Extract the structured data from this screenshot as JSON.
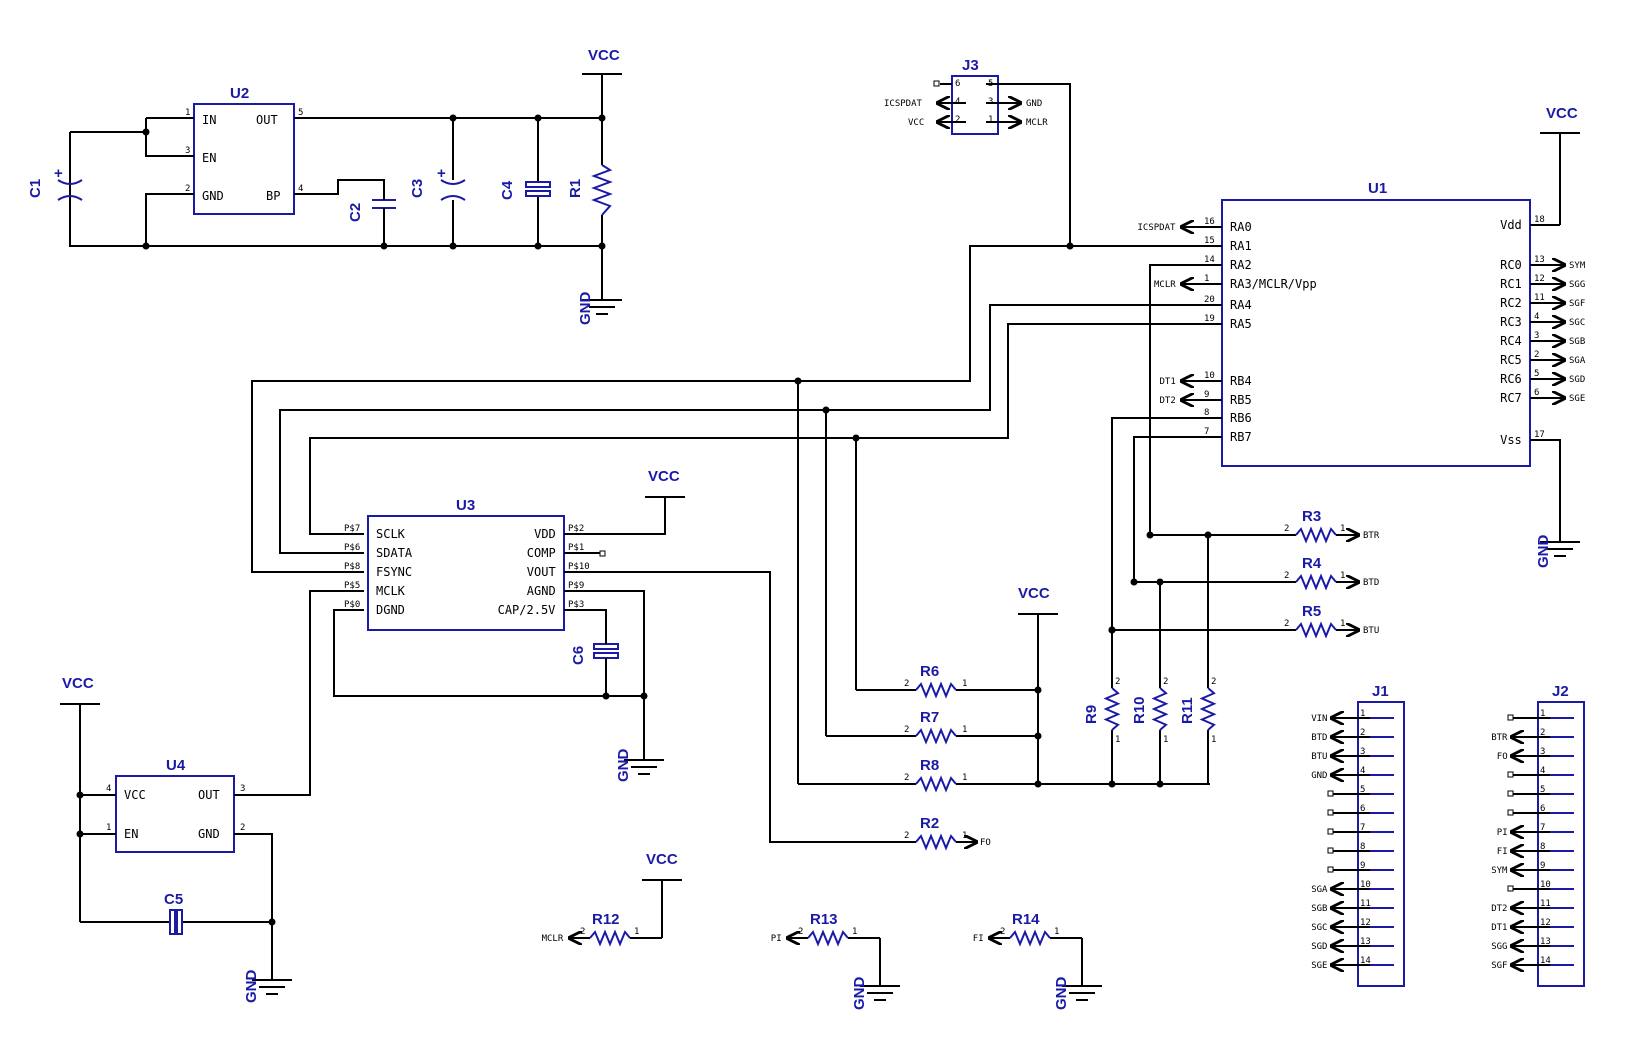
{
  "U1": {
    "title": "U1",
    "left": [
      {
        "num": "16",
        "name": "RA0",
        "net": "ICSPDAT",
        "dir": "out"
      },
      {
        "num": "15",
        "name": "RA1",
        "net": "",
        "dir": ""
      },
      {
        "num": "14",
        "name": "RA2",
        "net": "",
        "dir": ""
      },
      {
        "num": "1",
        "name": "RA3/MCLR/Vpp",
        "net": "MCLR",
        "dir": "out"
      },
      {
        "num": "20",
        "name": "RA4",
        "net": "",
        "dir": ""
      },
      {
        "num": "19",
        "name": "RA5",
        "net": "",
        "dir": ""
      },
      {
        "num": "10",
        "name": "RB4",
        "net": "DT1",
        "dir": "out"
      },
      {
        "num": "9",
        "name": "RB5",
        "net": "DT2",
        "dir": "out"
      },
      {
        "num": "8",
        "name": "RB6",
        "net": "",
        "dir": ""
      },
      {
        "num": "7",
        "name": "RB7",
        "net": "",
        "dir": ""
      }
    ],
    "right": [
      {
        "num": "18",
        "name": "Vdd",
        "net": ""
      },
      {
        "num": "13",
        "name": "RC0",
        "net": "SYM"
      },
      {
        "num": "12",
        "name": "RC1",
        "net": "SGG"
      },
      {
        "num": "11",
        "name": "RC2",
        "net": "SGF"
      },
      {
        "num": "4",
        "name": "RC3",
        "net": "SGC"
      },
      {
        "num": "3",
        "name": "RC4",
        "net": "SGB"
      },
      {
        "num": "2",
        "name": "RC5",
        "net": "SGA"
      },
      {
        "num": "5",
        "name": "RC6",
        "net": "SGD"
      },
      {
        "num": "6",
        "name": "RC7",
        "net": "SGE"
      },
      {
        "num": "17",
        "name": "Vss",
        "net": ""
      }
    ]
  },
  "U2": {
    "title": "U2",
    "left": [
      {
        "num": "1",
        "name": "IN"
      },
      {
        "num": "3",
        "name": "EN"
      },
      {
        "num": "2",
        "name": "GND"
      }
    ],
    "right": [
      {
        "num": "5",
        "name": "OUT"
      },
      {
        "num": "4",
        "name": "BP"
      }
    ]
  },
  "U3": {
    "title": "U3",
    "left": [
      {
        "num": "P$7",
        "name": "SCLK"
      },
      {
        "num": "P$6",
        "name": "SDATA"
      },
      {
        "num": "P$8",
        "name": "FSYNC"
      },
      {
        "num": "P$5",
        "name": "MCLK"
      },
      {
        "num": "P$0",
        "name": "DGND"
      }
    ],
    "right": [
      {
        "num": "P$2",
        "name": "VDD"
      },
      {
        "num": "P$1",
        "name": "COMP"
      },
      {
        "num": "P$10",
        "name": "VOUT"
      },
      {
        "num": "P$9",
        "name": "AGND"
      },
      {
        "num": "P$3",
        "name": "CAP/2.5V"
      }
    ]
  },
  "U4": {
    "title": "U4",
    "left": [
      {
        "num": "4",
        "name": "VCC"
      },
      {
        "num": "1",
        "name": "EN"
      }
    ],
    "right": [
      {
        "num": "3",
        "name": "OUT"
      },
      {
        "num": "2",
        "name": "GND"
      }
    ]
  },
  "J3": {
    "title": "J3",
    "pins_left": [
      "6",
      "4",
      "2"
    ],
    "pins_right": [
      "5",
      "3",
      "1"
    ],
    "nets_left": [
      "",
      "ICSPDAT",
      "VCC"
    ],
    "nets_right": [
      "",
      "GND",
      "MCLR"
    ]
  },
  "J1": {
    "title": "J1",
    "pins": [
      "1",
      "2",
      "3",
      "4",
      "5",
      "6",
      "7",
      "8",
      "9",
      "10",
      "11",
      "12",
      "13",
      "14"
    ],
    "nets": [
      "VIN",
      "BTD",
      "BTU",
      "GND",
      "",
      "",
      "",
      "",
      "",
      "SGA",
      "SGB",
      "SGC",
      "SGD",
      "SGE"
    ]
  },
  "J2": {
    "title": "J2",
    "pins": [
      "1",
      "2",
      "3",
      "4",
      "5",
      "6",
      "7",
      "8",
      "9",
      "10",
      "11",
      "12",
      "13",
      "14"
    ],
    "nets": [
      "",
      "BTR",
      "FO",
      "",
      "",
      "",
      "PI",
      "FI",
      "SYM",
      "",
      "DT2",
      "DT1",
      "SGG",
      "SGF"
    ]
  },
  "power": {
    "vcc": "VCC",
    "gnd": "GND",
    "pin1": "1"
  },
  "parts": {
    "C1": "C1",
    "C2": "C2",
    "C3": "C3",
    "C4": "C4",
    "C5": "C5",
    "C6": "C6",
    "R1": "R1",
    "R2": "R2",
    "R3": "R3",
    "R4": "R4",
    "R5": "R5",
    "R6": "R6",
    "R7": "R7",
    "R8": "R8",
    "R9": "R9",
    "R10": "R10",
    "R11": "R11",
    "R12": "R12",
    "R13": "R13",
    "R14": "R14"
  },
  "pin_marks": {
    "one": "1",
    "two": "2",
    "plus": "+",
    "c": "C"
  },
  "nets": {
    "btr": "BTR",
    "btd": "BTD",
    "btu": "BTU",
    "fo": "FO",
    "mclr": "MCLR",
    "pi": "PI",
    "fi": "FI"
  }
}
